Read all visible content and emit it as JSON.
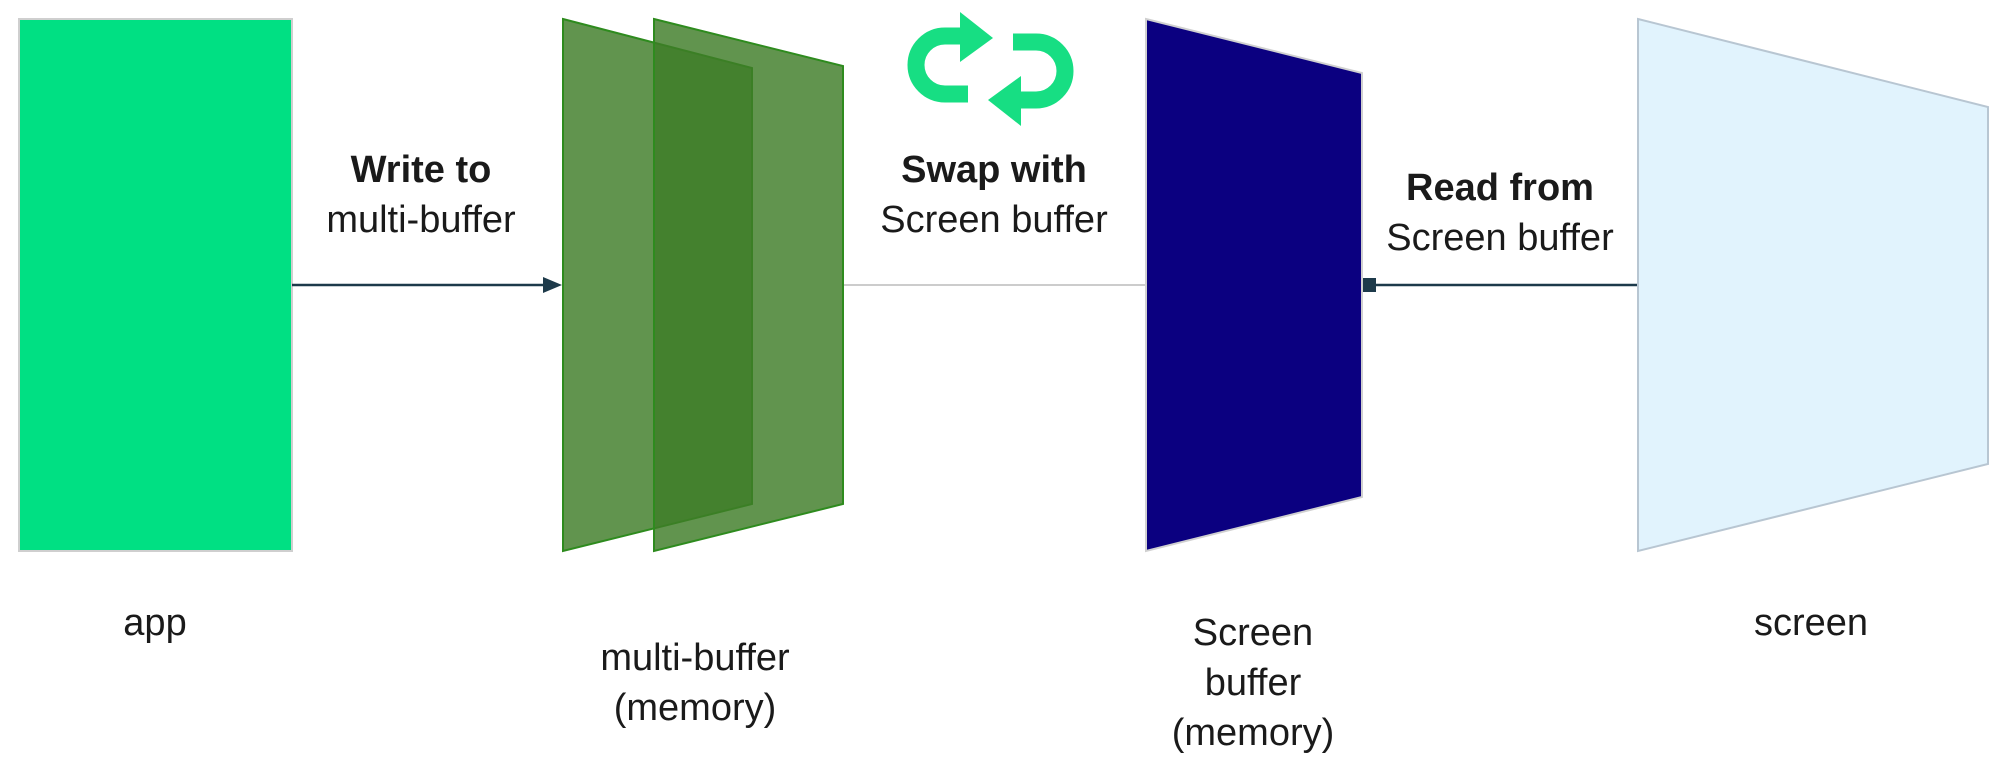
{
  "colors": {
    "app": "#00E083",
    "app_stroke": "#cfcfcf",
    "multi_buffer_fill": "#3E7C27",
    "multi_buffer_stroke": "#2E8B1E",
    "screen_buffer": "#0B0080",
    "screen": "#E1F3FD",
    "screen_stroke": "#b8c6d2",
    "arrow": "#1d3a4a",
    "swap_line": "#cccccc",
    "swap_icon": "#17DE83"
  },
  "stages": {
    "app": {
      "label": "app"
    },
    "multi_buffer": {
      "line1": "multi-buffer",
      "line2": "(memory)"
    },
    "screen_buffer": {
      "line1": "Screen",
      "line2": "buffer",
      "line3": "(memory)"
    },
    "screen": {
      "label": "screen"
    }
  },
  "connections": {
    "write": {
      "bold": "Write to",
      "normal": "multi-buffer"
    },
    "swap": {
      "bold": "Swap with",
      "normal": "Screen buffer",
      "icon": "swap-icon"
    },
    "read": {
      "bold": "Read from",
      "normal": "Screen buffer"
    }
  }
}
